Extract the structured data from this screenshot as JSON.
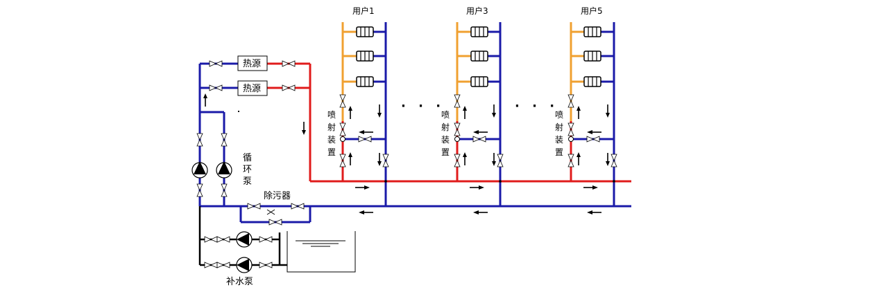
{
  "labels": {
    "heat_source_1": "热源",
    "heat_source_2": "热源",
    "circulation_pump": [
      "循",
      "环",
      "泵"
    ],
    "decontaminator": "除污器",
    "makeup_pump": "补水泵",
    "user_1": "用户1",
    "user_3": "用户3",
    "user_5": "用户5",
    "ejector": [
      "喷",
      "射",
      "装",
      "置"
    ],
    "ellipsis": "· · ·"
  },
  "colors": {
    "supply_pipe": "#e01b1b",
    "return_pipe": "#1a1aa8",
    "user_supply_riser": "#f0a030",
    "makeup_line": "#000000"
  }
}
